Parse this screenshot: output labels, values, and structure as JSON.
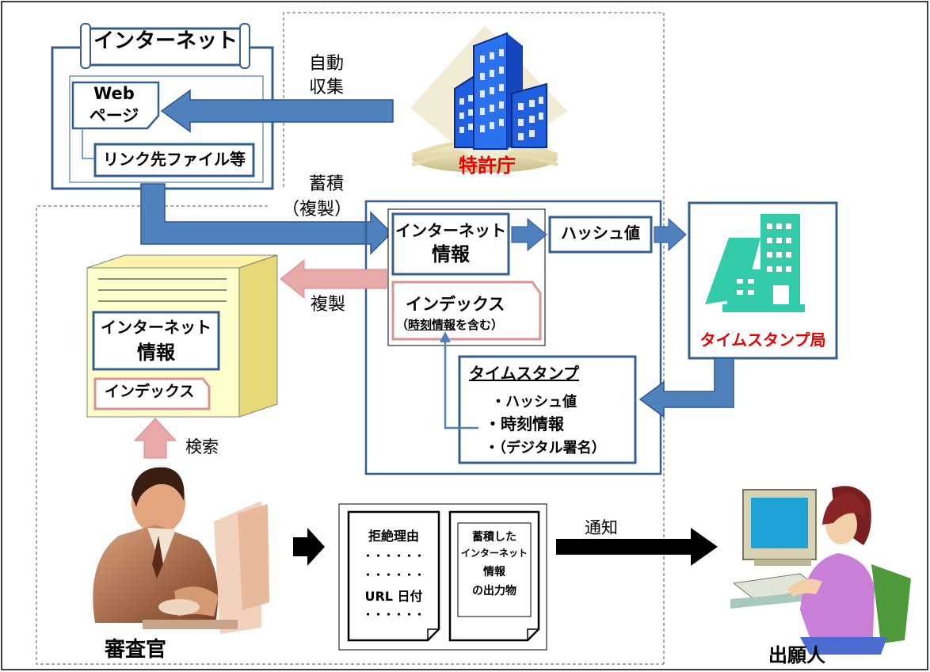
{
  "colors": {
    "box_border": "#365f91",
    "blue_arrow": "#4f81bd",
    "pink_arrow": "#e6a8a8",
    "pink_border": "#d99594",
    "server_fill": "#ffffcc",
    "red_label": "#e60000",
    "teal_building": "#33ccaa",
    "blue_building": "#1f5fe0"
  },
  "internet_box": {
    "title": "インターネット",
    "webpage_line1": "Web",
    "webpage_line2": "ページ",
    "link_file": "リンク先ファイル等"
  },
  "flow_labels": {
    "auto_line1": "自動",
    "auto_line2": "収集",
    "store_line1": "蓄積",
    "store_line2": "（複製）",
    "copy": "複製",
    "search": "検索",
    "notify": "通知"
  },
  "jpo": {
    "label": "特許庁",
    "icon": "office-building-icon"
  },
  "stored": {
    "internet_info_line1": "インターネット",
    "internet_info_line2": "情報",
    "index": "インデックス",
    "index_note_prefix": "（",
    "index_note_underlined": "時刻情報",
    "index_note_suffix": "を含む）",
    "hash": "ハッシュ値"
  },
  "tsa": {
    "label": "タイムスタンプ局",
    "icon": "building-icon"
  },
  "timestamp": {
    "title": "タイムスタンプ",
    "items": [
      "・ハッシュ値",
      "・時刻情報",
      "・（デジタル署名）"
    ]
  },
  "server": {
    "internet_info_line1": "インターネット",
    "internet_info_line2": "情報",
    "index": "インデックス",
    "icon": "server-icon"
  },
  "doc1": {
    "lines": [
      "拒絶理由",
      "・・・・・・",
      "・・・・・・",
      "URL 日付",
      "・・・・・・"
    ]
  },
  "doc2": {
    "lines": [
      "蓄積した",
      "インターネット",
      "情報",
      "の出力物"
    ]
  },
  "people": {
    "examiner": "審査官",
    "applicant": "出願人"
  }
}
